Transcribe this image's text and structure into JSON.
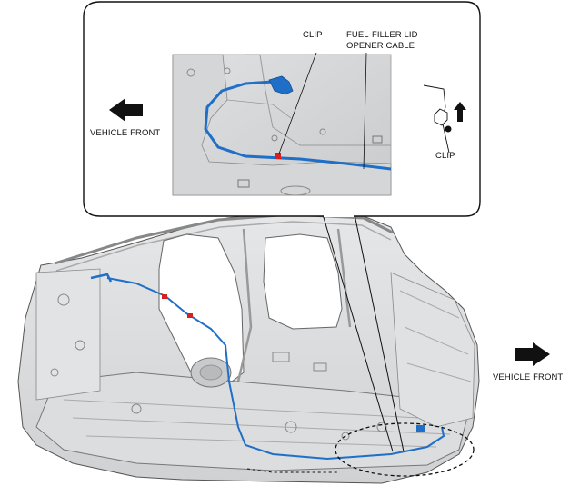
{
  "callout": {
    "clip_label": "CLIP",
    "cable_label_line1": "FUEL-FILLER LID",
    "cable_label_line2": "OPENER CABLE",
    "clip_detail_label": "CLIP",
    "direction_label": "VEHICLE FRONT"
  },
  "main": {
    "direction_label": "VEHICLE FRONT"
  },
  "colors": {
    "cable": "#1f6fc8",
    "clip_red": "#d42020",
    "body_gray": "#d9dadb",
    "line": "#111111"
  },
  "icons": {
    "callout_arrow": "arrow-left-icon",
    "main_arrow": "arrow-right-icon",
    "clip_direction_arrow": "arrow-up-icon"
  }
}
